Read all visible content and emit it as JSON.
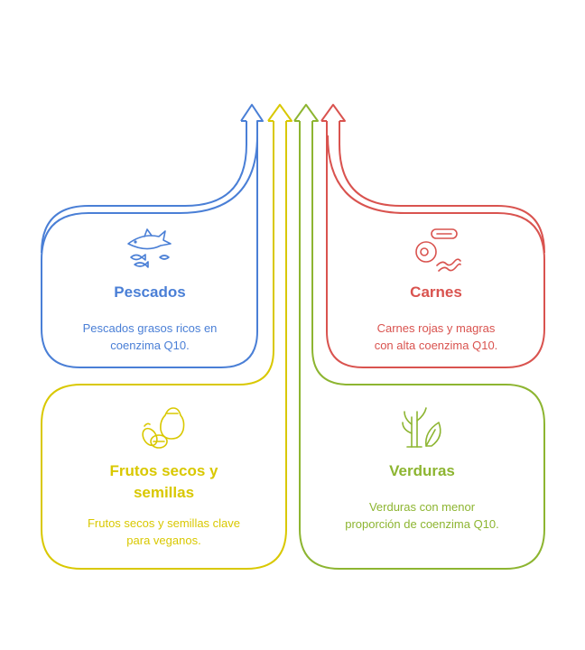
{
  "colors": {
    "blue": "#4a7fd6",
    "red": "#d9534f",
    "yellow": "#d9c800",
    "green": "#8db531"
  },
  "cards": {
    "pescados": {
      "title": "Pescados",
      "description_line1": "Pescados grasos ricos en",
      "description_line2": "coenzima Q10.",
      "icon": "fish-shark-icon",
      "color": "#4a7fd6"
    },
    "carnes": {
      "title": "Carnes",
      "description_line1": "Carnes rojas y magras",
      "description_line2": "con alta coenzima Q10.",
      "icon": "meat-bacon-icon",
      "color": "#d9534f"
    },
    "frutos": {
      "title_line1": "Frutos secos y",
      "title_line2": "semillas",
      "description_line1": "Frutos secos y semillas clave",
      "description_line2": "para veganos.",
      "icon": "nuts-seeds-icon",
      "color": "#d9c800"
    },
    "verduras": {
      "title": "Verduras",
      "description_line1": "Verduras con menor",
      "description_line2": "proporción de coenzima Q10.",
      "icon": "vegetables-leaf-icon",
      "color": "#8db531"
    }
  }
}
